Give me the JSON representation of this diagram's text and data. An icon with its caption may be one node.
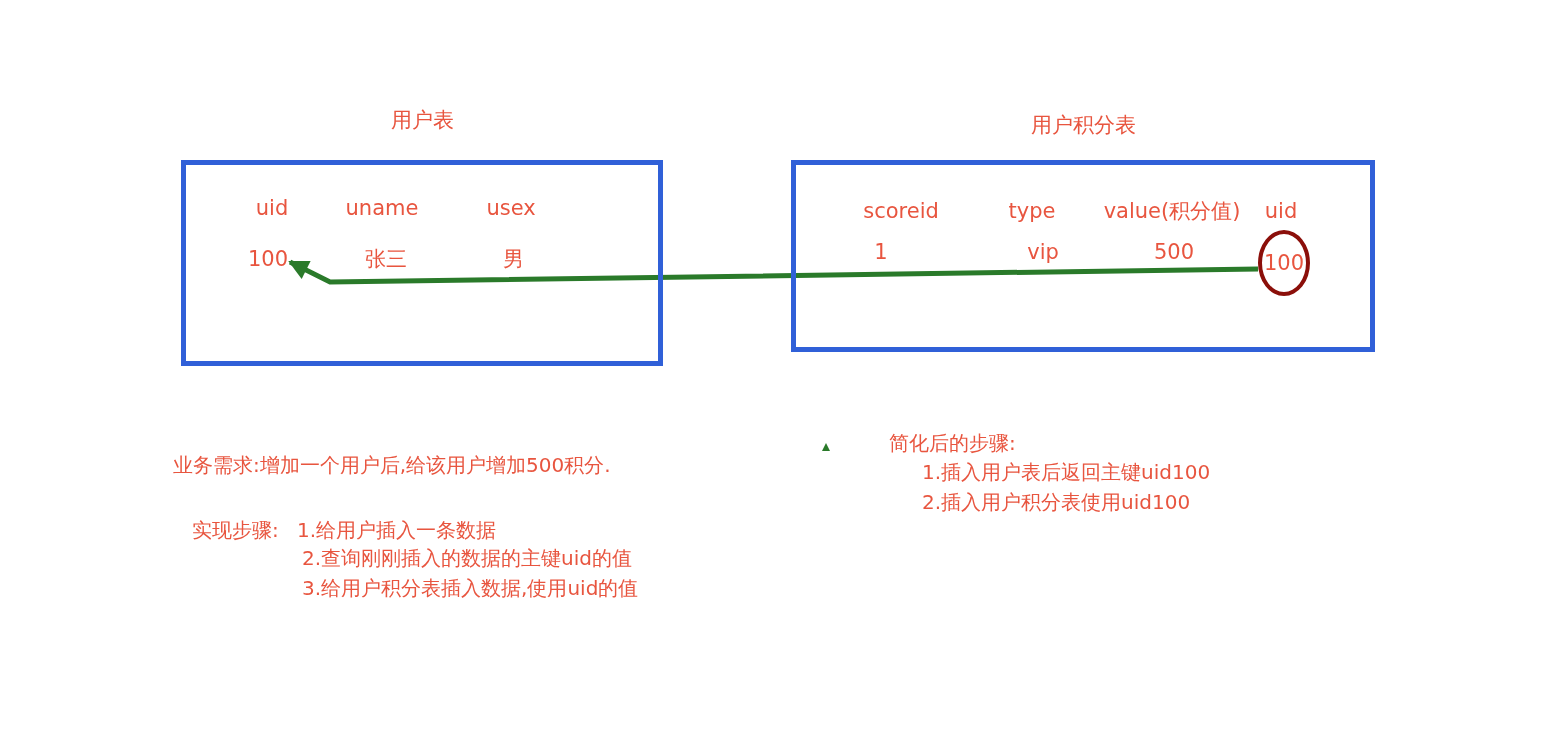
{
  "diagram": {
    "nodes": [
      {
        "text": [
          "用户表"
        ]
      },
      {
        "text": [
          "uid"
        ],
        "in": 0
      },
      {
        "text": [
          "uname"
        ],
        "in": 0
      },
      {
        "text": [
          "usex"
        ],
        "in": 0
      },
      {
        "text": [
          "100"
        ],
        "in": 0
      },
      {
        "text": [
          "张三"
        ],
        "in": 0
      },
      {
        "text": [
          "男"
        ],
        "in": 0
      },
      {
        "text": [
          "用户积分表"
        ]
      },
      {
        "text": [
          "scoreid"
        ],
        "in": 7
      },
      {
        "text": [
          "type"
        ],
        "in": 7
      },
      {
        "text": [
          "value(积分值)"
        ],
        "in": 7
      },
      {
        "text": [
          "uid"
        ],
        "in": 7
      },
      {
        "text": [
          "1"
        ],
        "in": 7
      },
      {
        "text": [
          "vip"
        ],
        "in": 7
      },
      {
        "text": [
          "500"
        ],
        "in": 7
      },
      {
        "text": [
          "100"
        ],
        "in": 7
      }
    ],
    "edges": [
      {
        "from": 15,
        "to": 4,
        "arrow": "to"
      }
    ],
    "labels": [
      "业务需求:增加一个用户后,给该用户增加500积分.",
      "实现步骤:",
      "1.给用户插入一条数据",
      "2.查询刚刚插入的数据的主键uid的值",
      "3.给用户积分表插入数据,使用uid的值",
      "简化后的步骤:",
      "1.插入用户表后返回主键uid100",
      "2.插入用户积分表使用uid100"
    ]
  }
}
